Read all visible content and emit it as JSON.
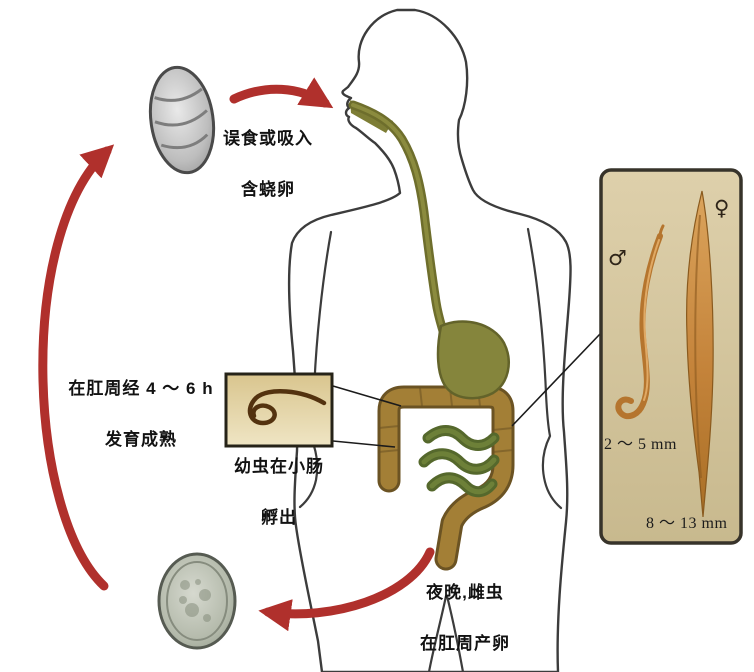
{
  "diagram": {
    "subject": "pinworm-life-cycle",
    "labels": {
      "ingestion_line1": "误食或吸入",
      "ingestion_line2": "含蛲卵",
      "maturation_line1": "在肛周经 4 ～ 6 h",
      "maturation_line2": "发育成熟",
      "hatch_line1": "幼虫在小肠",
      "hatch_line2": "孵出",
      "oviposition_line1": "夜晚,雌虫",
      "oviposition_line2": "在肛周产卵"
    },
    "panel": {
      "male_symbol": "♂",
      "female_symbol": "♀",
      "male_size": "2 ～ 5 mm",
      "female_size": "8 ～ 13 mm"
    },
    "icons": [
      "pinworm-egg-top",
      "pinworm-egg-bottom",
      "larva-inset-image",
      "adult-worms-panel",
      "human-digestive-figure",
      "cycle-arrow-ingestion",
      "cycle-arrow-maturation",
      "cycle-arrow-oviposition"
    ],
    "colors": {
      "arrow_red": "#b0302c",
      "body_outline": "#3c3c3c",
      "esophagus_olive": "#6e6e2c",
      "stomach_olive": "#85853c",
      "small_intestine_green": "#55682c",
      "colon_brown": "#a37f36",
      "panel_background": "#d6c8a0",
      "egg_gray": "#b9bdb2",
      "worm_orange": "#c07a30"
    }
  }
}
